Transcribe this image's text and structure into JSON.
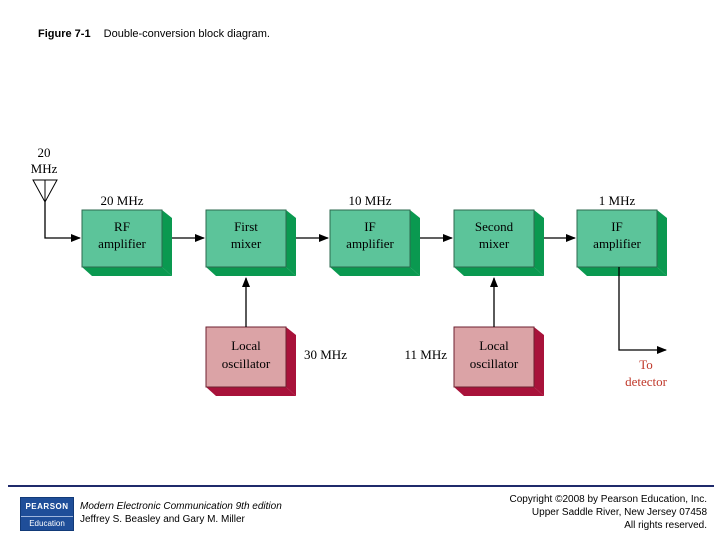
{
  "figure": {
    "number": "Figure 7-1",
    "caption": "Double-conversion block diagram."
  },
  "antenna": {
    "label_line1": "20",
    "label_line2": "MHz"
  },
  "blocks": [
    {
      "line1": "RF",
      "line2": "amplifier"
    },
    {
      "line1": "First",
      "line2": "mixer"
    },
    {
      "line1": "IF",
      "line2": "amplifier"
    },
    {
      "line1": "Second",
      "line2": "mixer"
    },
    {
      "line1": "IF",
      "line2": "amplifier"
    }
  ],
  "frequency_labels": [
    "20 MHz",
    "10 MHz",
    "1 MHz"
  ],
  "oscillators": [
    {
      "line1": "Local",
      "line2": "oscillator",
      "freq": "30 MHz"
    },
    {
      "line1": "Local",
      "line2": "oscillator",
      "freq": "11 MHz"
    }
  ],
  "output": {
    "line1": "To",
    "line2": "detector"
  },
  "colors": {
    "block_face": "#5cc49a",
    "block_side": "#0a9950",
    "block_edge": "#2d6a4f",
    "osc_face": "#dba3a6",
    "osc_side": "#a8123a",
    "osc_edge": "#6e2130",
    "output_text": "#c0392b",
    "footer_rule": "#1f2a6b",
    "logo": "#1f4e99"
  },
  "footer": {
    "logo_line1": "PEARSON",
    "logo_line2": "Education",
    "book_title": "Modern Electronic Communication 9th edition",
    "authors": "Jeffrey S. Beasley and Gary M. Miller",
    "copyright_line1": "Copyright ©2008 by Pearson Education, Inc.",
    "copyright_line2": "Upper Saddle River, New Jersey 07458",
    "copyright_line3": "All rights reserved."
  }
}
